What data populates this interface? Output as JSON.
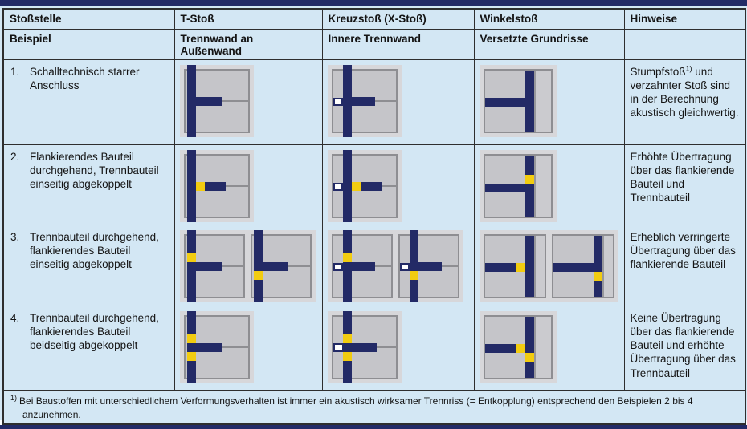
{
  "colors": {
    "navy": "#232a66",
    "yellow": "#f2cc10",
    "bg": "#d3e7f4",
    "gray_outer": "#d7d7da",
    "gray_inner": "#c5c5c9",
    "gray_border": "#8e8e92",
    "right_panel": "#cbcbcf"
  },
  "table": {
    "columns": [
      "Stoßstelle",
      "T-Stoß",
      "Kreuzstoß (X-Stoß)",
      "Winkelstoß",
      "Hinweise"
    ],
    "subheader": [
      "Beispiel",
      "Trennwand an Außenwand",
      "Innere Trennwand",
      "Versetzte Grundrisse",
      ""
    ],
    "rows": [
      {
        "number": "1.",
        "label": "Schalltechnisch starrer Anschluss",
        "hinweis": [
          {
            "text": "Stumpfstoß"
          },
          {
            "sup": "1)"
          },
          {
            "text": " und verzahnter Stoß sind in der Berechnung akustisch gleichwertig."
          }
        ],
        "diagrams": {
          "t": [
            []
          ],
          "x": [
            []
          ],
          "corner": [
            []
          ]
        }
      },
      {
        "number": "2.",
        "label": "Flankierendes Bauteil durchgehend, Trennbauteil einseitig abgekoppelt",
        "hinweis": [
          {
            "text": "Erhöhte Übertragung über das flankierende Bauteil und Trennbauteil"
          }
        ],
        "diagrams": {
          "t": [
            [
              "partition"
            ]
          ],
          "x": [
            [
              "partition"
            ]
          ],
          "corner": [
            [
              "upper"
            ]
          ]
        }
      },
      {
        "number": "3.",
        "label": "Trennbauteil durchgehend, flankierendes Bauteil einseitig abgekoppelt",
        "hinweis": [
          {
            "text": "Erheblich verringerte Übertragung über das flankierende Bauteil"
          }
        ],
        "diagrams": {
          "t": [
            [
              "flank-above"
            ],
            [
              "flank-below"
            ]
          ],
          "x": [
            [
              "flank-above"
            ],
            [
              "flank-below"
            ]
          ],
          "corner": [
            [
              "flank-horizontal"
            ],
            [
              "flank-below"
            ]
          ]
        }
      },
      {
        "number": "4.",
        "label": "Trennbauteil durchgehend, flankierendes Bauteil beidseitig abgekoppelt",
        "hinweis": [
          {
            "text": "Keine Übertragung über das flankierende Bauteil und erhöhte Übertragung über das Trennbauteil"
          }
        ],
        "diagrams": {
          "t": [
            [
              "flank-above",
              "flank-below"
            ]
          ],
          "x": [
            [
              "flank-above",
              "flank-below",
              "continuous"
            ]
          ],
          "corner": [
            [
              "flank-horizontal",
              "flank-below"
            ]
          ]
        }
      }
    ],
    "footnote_sup": "1)",
    "footnote_text": "Bei Baustoffen mit unterschiedlichem Verformungsverhalten ist immer ein akustisch wirksamer Trennriss (= Entkopplung) entsprechend den Beispielen 2 bis 4 anzunehmen."
  }
}
